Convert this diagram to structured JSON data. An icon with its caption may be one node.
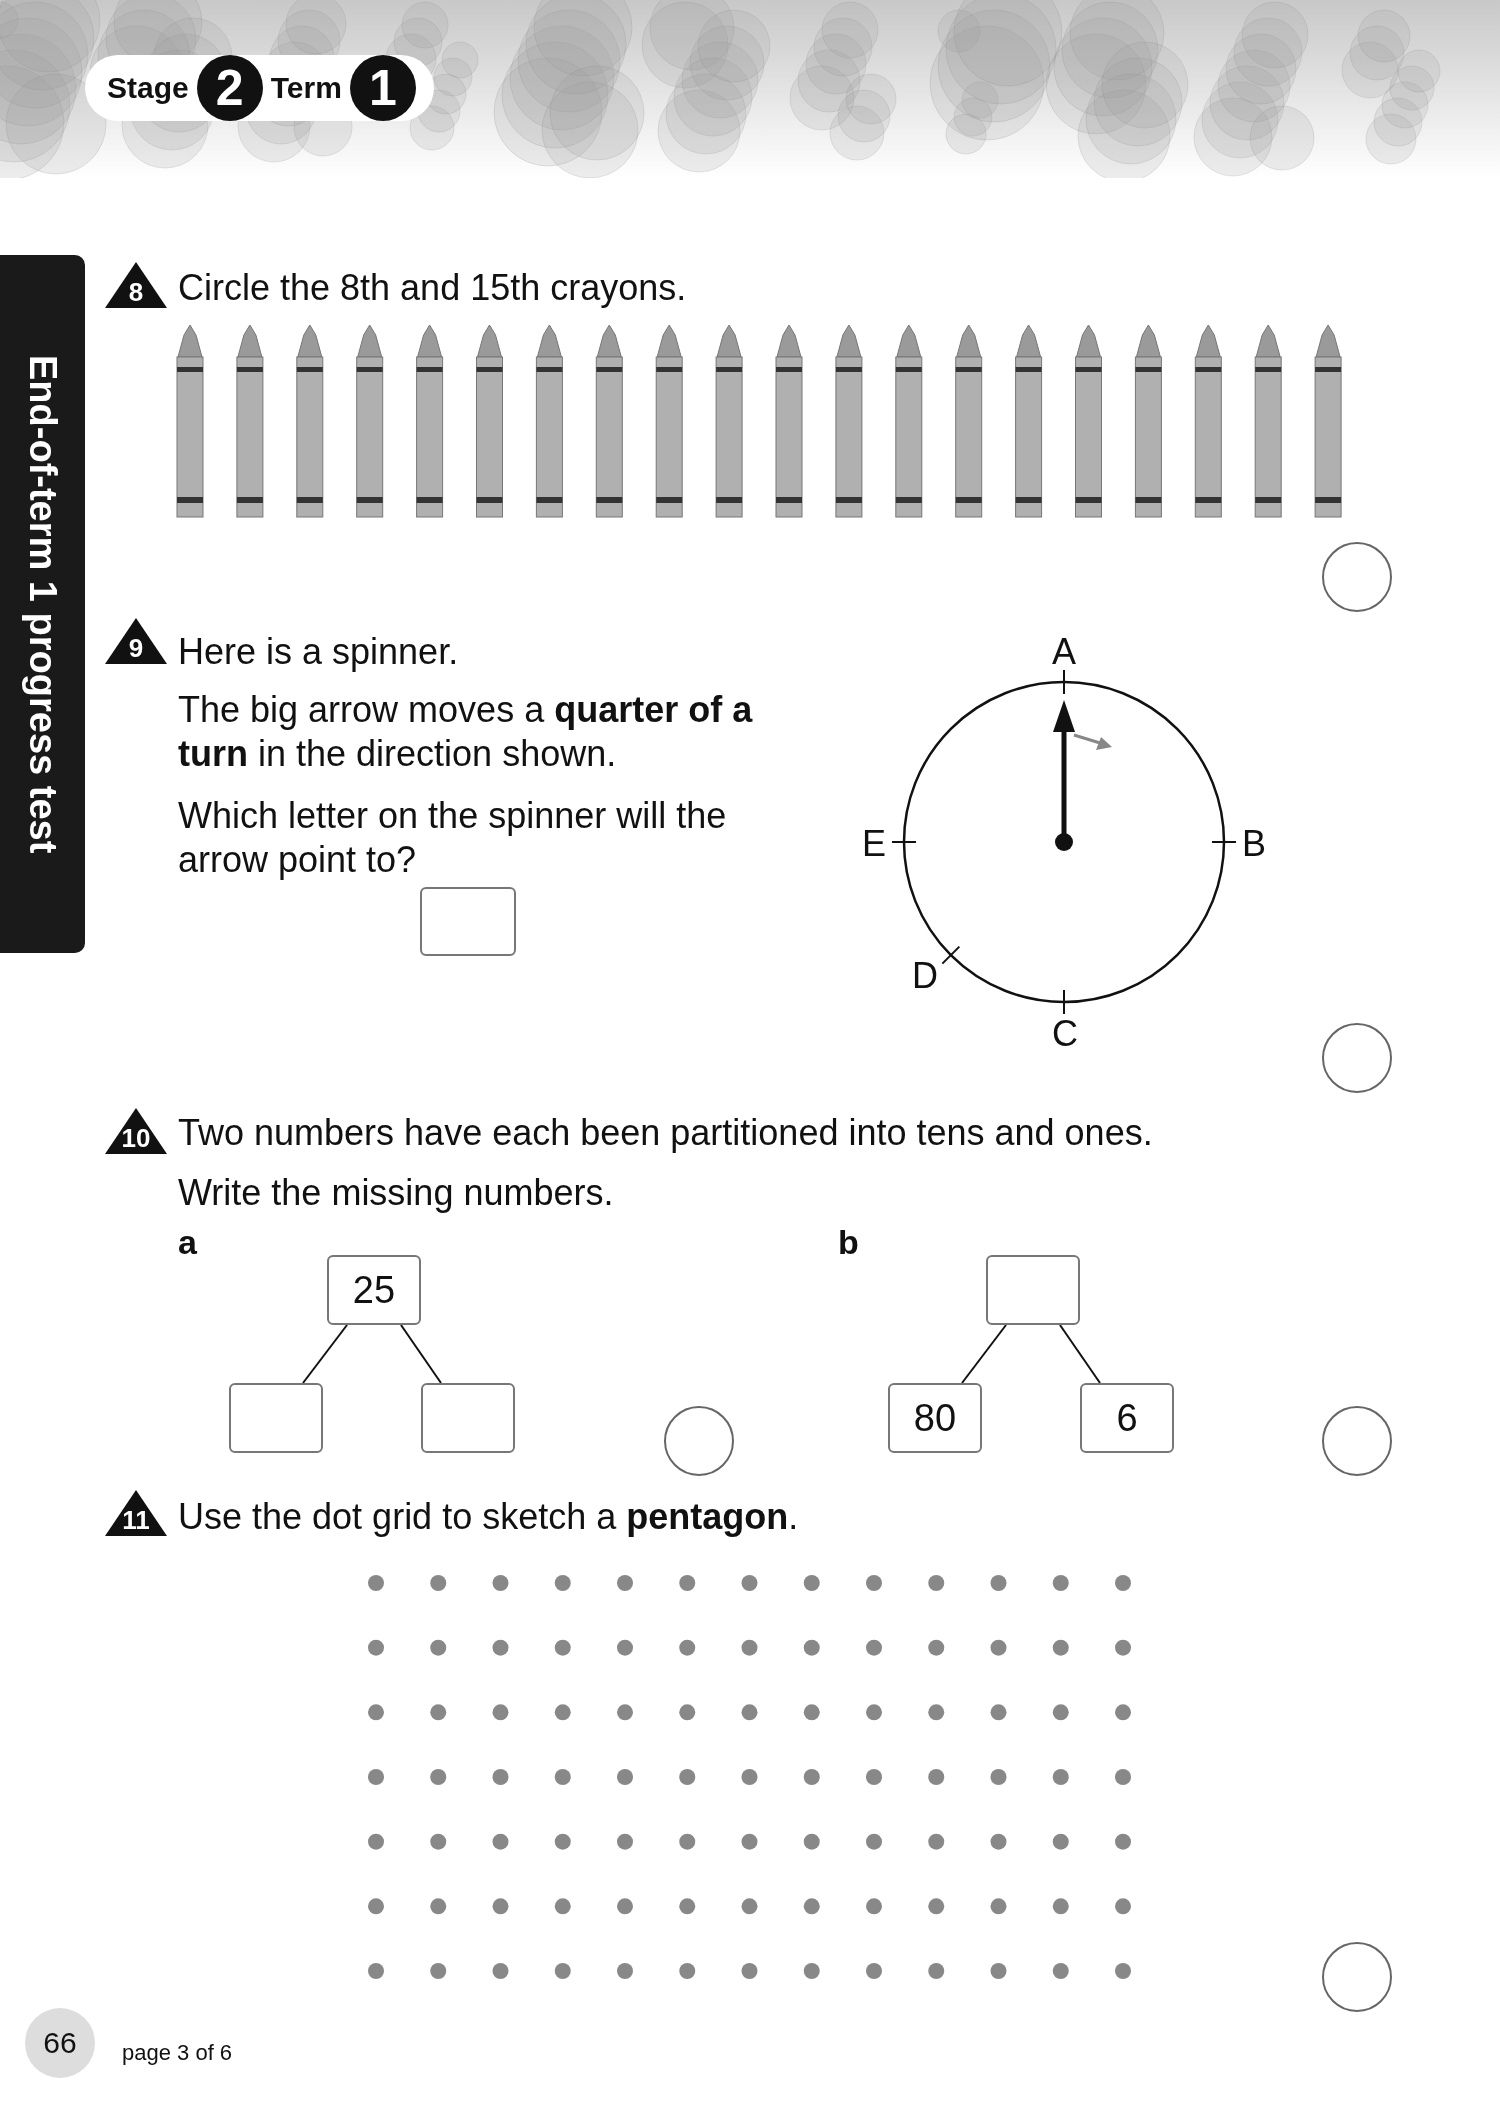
{
  "diagram": {
    "nodes": [
      {
        "text": [],
        "shape": "box"
      },
      {
        "text": [
          "25"
        ]
      },
      {
        "text": [],
        "shape": "box"
      },
      {
        "text": [],
        "shape": "box"
      },
      {
        "text": [],
        "shape": "box"
      },
      {
        "text": [
          "80"
        ]
      },
      {
        "text": [
          "6"
        ]
      }
    ],
    "edges": [
      {
        "from": 1,
        "to": 2,
        "arrow": "none"
      },
      {
        "from": 1,
        "to": 3,
        "arrow": "none"
      },
      {
        "from": 4,
        "to": 5,
        "arrow": "none"
      },
      {
        "from": 4,
        "to": 6,
        "arrow": "none"
      }
    ],
    "labels": [
      "Stage",
      "2",
      "Term",
      "1",
      "End-of-term 1 progress test",
      "8",
      "Circle the 8th and 15th crayons.",
      "9",
      "Here is a spinner.",
      "The big arrow moves a **quarter of a turn** in the direction shown.",
      "Which letter on the spinner will the arrow point to?",
      "A",
      "B",
      "C",
      "D",
      "E",
      "10",
      "Two numbers have each been partitioned into tens and ones.",
      "Write the missing numbers.",
      "a",
      "b",
      "11",
      "Use the dot grid to sketch a **pentagon**.",
      "66",
      "page 3 of 6"
    ]
  }
}
